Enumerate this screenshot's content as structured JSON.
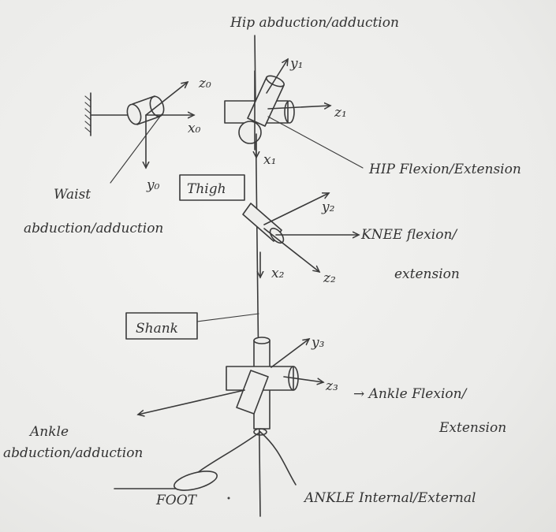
{
  "labels": {
    "hip_abduction": "Hip abduction/adduction",
    "y1": "y₁",
    "z0": "z₀",
    "z1": "z₁",
    "x0": "x₀",
    "x1": "x₁",
    "y0": "y₀",
    "thigh": "Thigh",
    "waist_line1": "Waist",
    "waist_line2": "abduction/adduction",
    "hip_flexion": "HIP Flexion/Extension",
    "y2": "y₂",
    "knee_line1": "KNEE flexion/",
    "knee_line2": "extension",
    "x2": "x₂",
    "z2": "z₂",
    "shank": "Shank",
    "y3": "y₃",
    "z3": "z₃",
    "ankle_flexion_line1": "→ Ankle Flexion/",
    "ankle_flexion_line2": "Extension",
    "ankle_abd_line1": "Ankle",
    "ankle_abd_line2": "abduction/adduction",
    "foot": "FOOT",
    "ankle_internal": "ANKLE Internal/External"
  }
}
